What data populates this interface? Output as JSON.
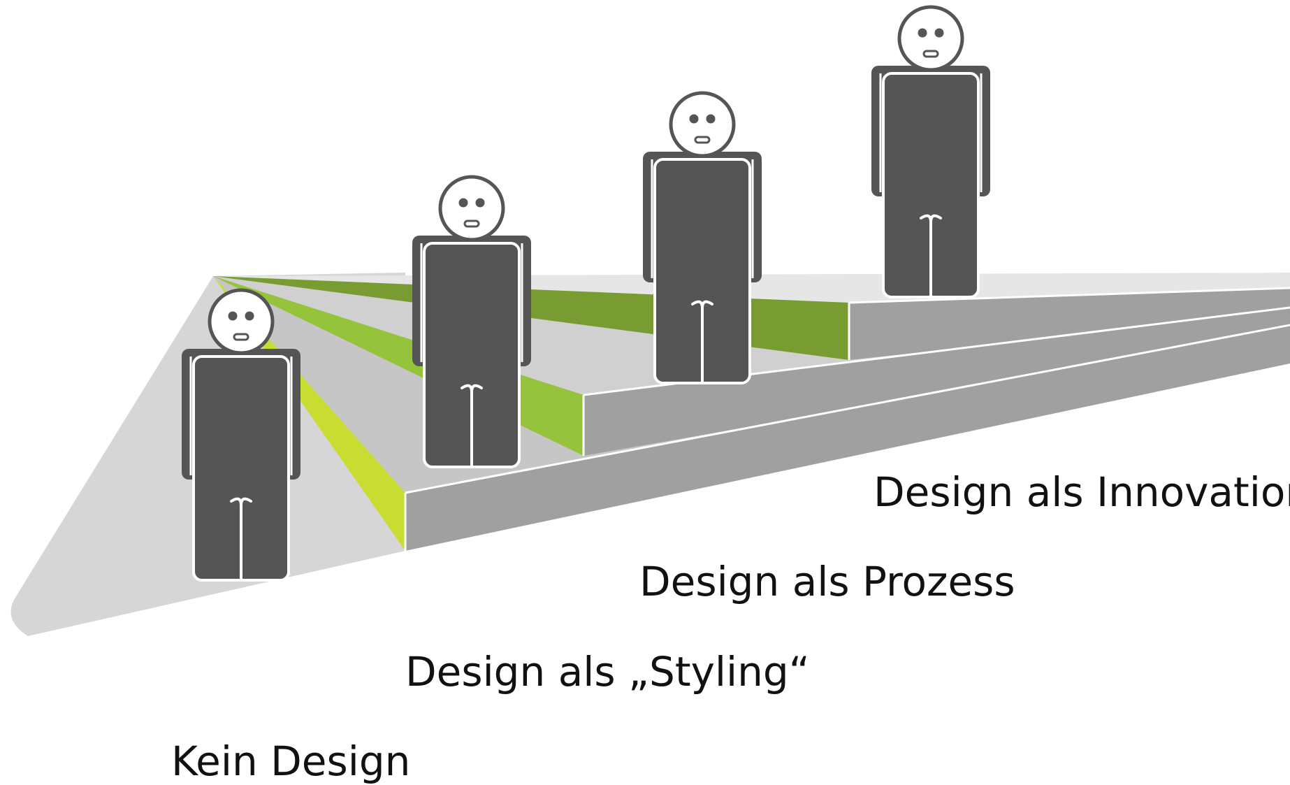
{
  "levels": [
    {
      "label": "Kein Design"
    },
    {
      "label": "Design als „Styling“"
    },
    {
      "label": "Design als Prozess"
    },
    {
      "label": "Design als Innovation"
    }
  ],
  "colors": {
    "floor": "#d6d6d6",
    "step_top": "#c6c6c6",
    "step_top_light": "#e6e6e6",
    "step_front": "#a0a0a0",
    "accent_1": "#c8dc32",
    "accent_2": "#96c33c",
    "accent_3": "#789b32",
    "figure": "#555555",
    "text": "#111111"
  },
  "icons": [
    "person-figure-icon"
  ]
}
